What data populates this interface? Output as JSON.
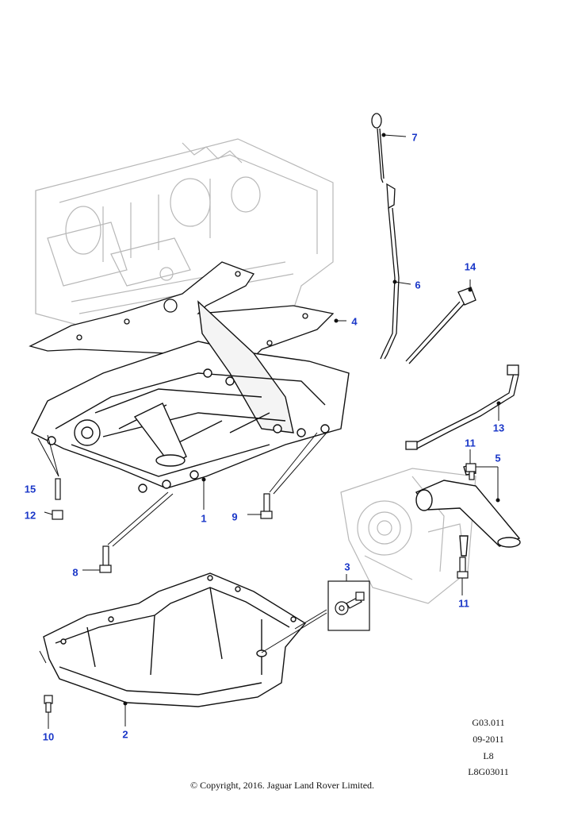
{
  "callouts": {
    "p1": "1",
    "p2": "2",
    "p3": "3",
    "p4": "4",
    "p5": "5",
    "p6": "6",
    "p7": "7",
    "p8": "8",
    "p9": "9",
    "p10": "10",
    "p11a": "11",
    "p11b": "11",
    "p12": "12",
    "p13": "13",
    "p14": "14",
    "p15": "15"
  },
  "drawing_info": {
    "section": "G03.011",
    "date": "09-2011",
    "model": "L8",
    "ref": "L8G03011"
  },
  "copyright": "© Copyright, 2016. Jaguar Land Rover Limited.",
  "colors": {
    "callout": "#1a37c8",
    "line": "#111111",
    "ghost": "#b8b8b8"
  }
}
